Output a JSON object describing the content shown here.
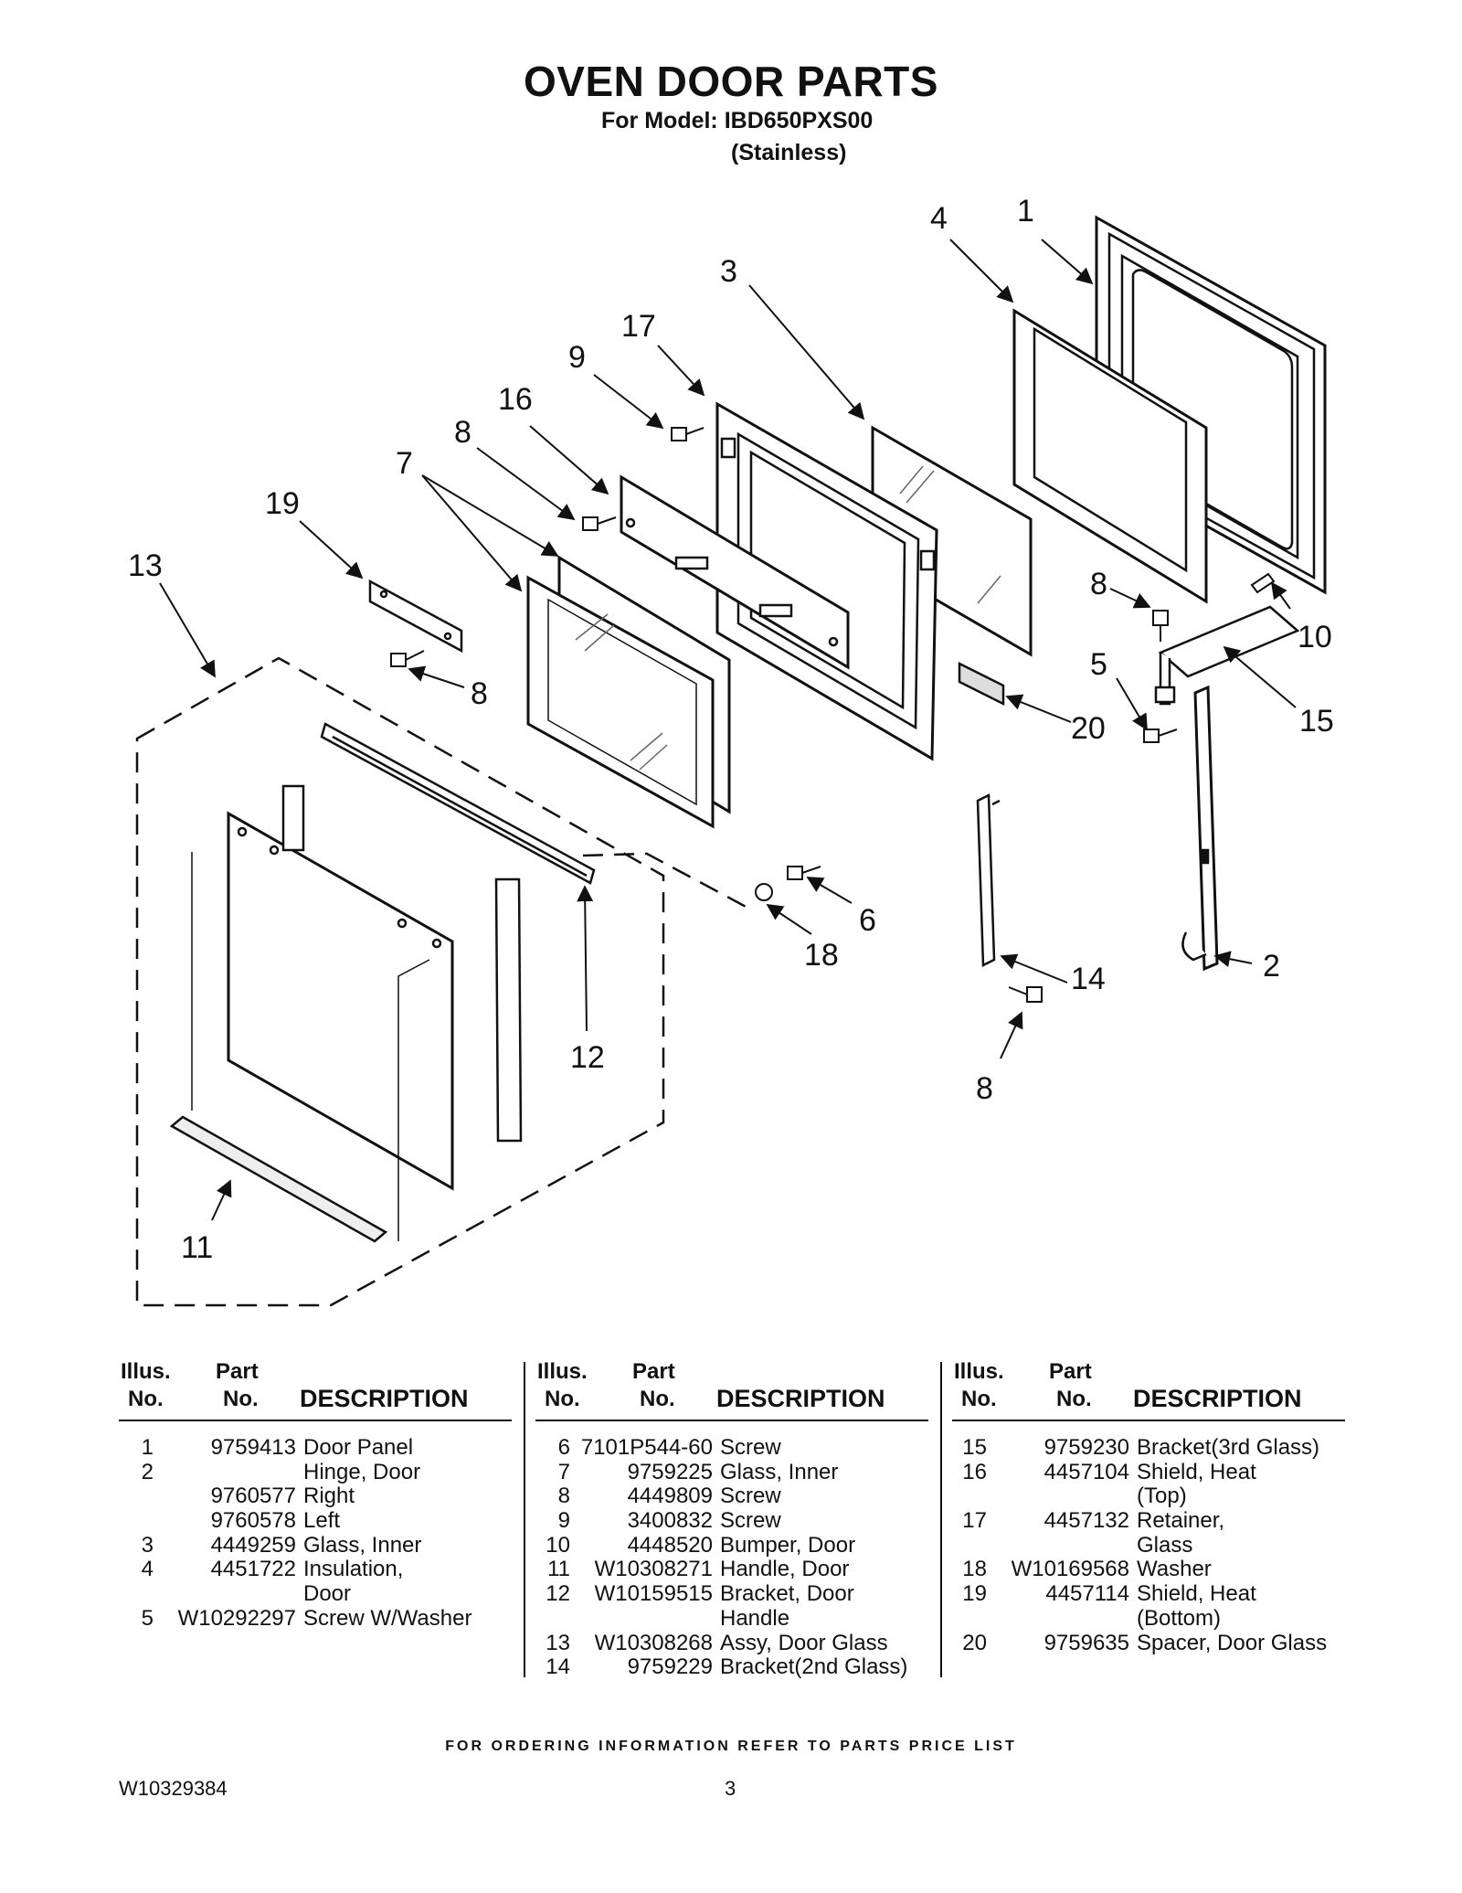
{
  "header": {
    "title": "OVEN DOOR PARTS",
    "model": "For Model: IBD650PXS00",
    "finish": "(Stainless)"
  },
  "callouts": [
    "1",
    "4",
    "3",
    "17",
    "9",
    "16",
    "8",
    "7",
    "19",
    "13",
    "8",
    "8",
    "10",
    "5",
    "20",
    "15",
    "6",
    "18",
    "14",
    "2",
    "12",
    "8",
    "11"
  ],
  "columns": {
    "illus": "Illus.",
    "no": "No.",
    "part": "Part",
    "part_no": "No.",
    "description": "DESCRIPTION"
  },
  "tables": [
    {
      "rows": [
        {
          "illus": "1",
          "part": "9759413",
          "desc": "Door Panel"
        },
        {
          "illus": "2",
          "part": "",
          "desc": "Hinge, Door"
        },
        {
          "illus": "",
          "part": "9760577",
          "desc": "Right"
        },
        {
          "illus": "",
          "part": "9760578",
          "desc": "Left"
        },
        {
          "illus": "3",
          "part": "4449259",
          "desc": "Glass, Inner"
        },
        {
          "illus": "4",
          "part": "4451722",
          "desc": "Insulation,"
        },
        {
          "illus": "",
          "part": "",
          "desc": "Door"
        },
        {
          "illus": "5",
          "part": "W10292297",
          "desc": "Screw W/Washer"
        }
      ]
    },
    {
      "rows": [
        {
          "illus": "6",
          "part": "7101P544-60",
          "desc": "Screw"
        },
        {
          "illus": "7",
          "part": "9759225",
          "desc": "Glass, Inner"
        },
        {
          "illus": "8",
          "part": "4449809",
          "desc": "Screw"
        },
        {
          "illus": "9",
          "part": "3400832",
          "desc": "Screw"
        },
        {
          "illus": "10",
          "part": "4448520",
          "desc": "Bumper, Door"
        },
        {
          "illus": "11",
          "part": "W10308271",
          "desc": "Handle, Door"
        },
        {
          "illus": "12",
          "part": "W10159515",
          "desc": "Bracket, Door"
        },
        {
          "illus": "",
          "part": "",
          "desc": "Handle"
        },
        {
          "illus": "13",
          "part": "W10308268",
          "desc": "Assy, Door Glass"
        },
        {
          "illus": "14",
          "part": "9759229",
          "desc": "Bracket(2nd Glass)"
        }
      ]
    },
    {
      "rows": [
        {
          "illus": "15",
          "part": "9759230",
          "desc": "Bracket(3rd Glass)"
        },
        {
          "illus": "16",
          "part": "4457104",
          "desc": "Shield, Heat"
        },
        {
          "illus": "",
          "part": "",
          "desc": "(Top)"
        },
        {
          "illus": "17",
          "part": "4457132",
          "desc": "Retainer,"
        },
        {
          "illus": "",
          "part": "",
          "desc": "Glass"
        },
        {
          "illus": "18",
          "part": "W10169568",
          "desc": "Washer"
        },
        {
          "illus": "19",
          "part": "4457114",
          "desc": "Shield, Heat"
        },
        {
          "illus": "",
          "part": "",
          "desc": "(Bottom)"
        },
        {
          "illus": "20",
          "part": "9759635",
          "desc": "Spacer, Door Glass"
        }
      ]
    }
  ],
  "footer": {
    "ordering_note": "FOR ORDERING INFORMATION REFER TO PARTS PRICE LIST",
    "doc_number": "W10329384",
    "page_number": "3"
  }
}
